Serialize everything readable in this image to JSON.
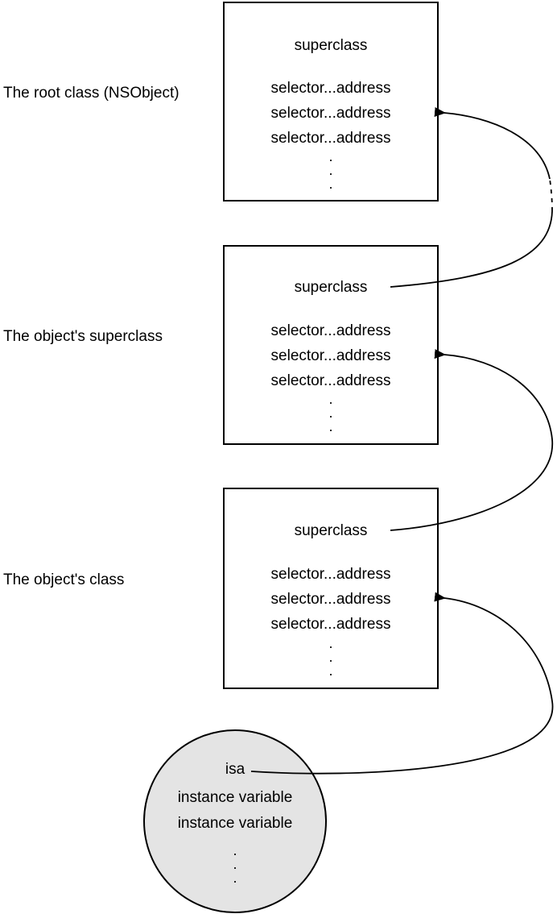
{
  "labels": {
    "root": "The root class (NSObject)",
    "superclass": "The object's superclass",
    "class": "The object's class"
  },
  "boxes": [
    {
      "superclass": "superclass",
      "entries": [
        "selector...address",
        "selector...address",
        "selector...address"
      ]
    },
    {
      "superclass": "superclass",
      "entries": [
        "selector...address",
        "selector...address",
        "selector...address"
      ]
    },
    {
      "superclass": "superclass",
      "entries": [
        "selector...address",
        "selector...address",
        "selector...address"
      ]
    }
  ],
  "instance": {
    "isa": "isa",
    "variables": [
      "instance variable",
      "instance variable"
    ]
  },
  "colors": {
    "instance_fill": "#e4e4e4",
    "stroke": "#000000"
  }
}
